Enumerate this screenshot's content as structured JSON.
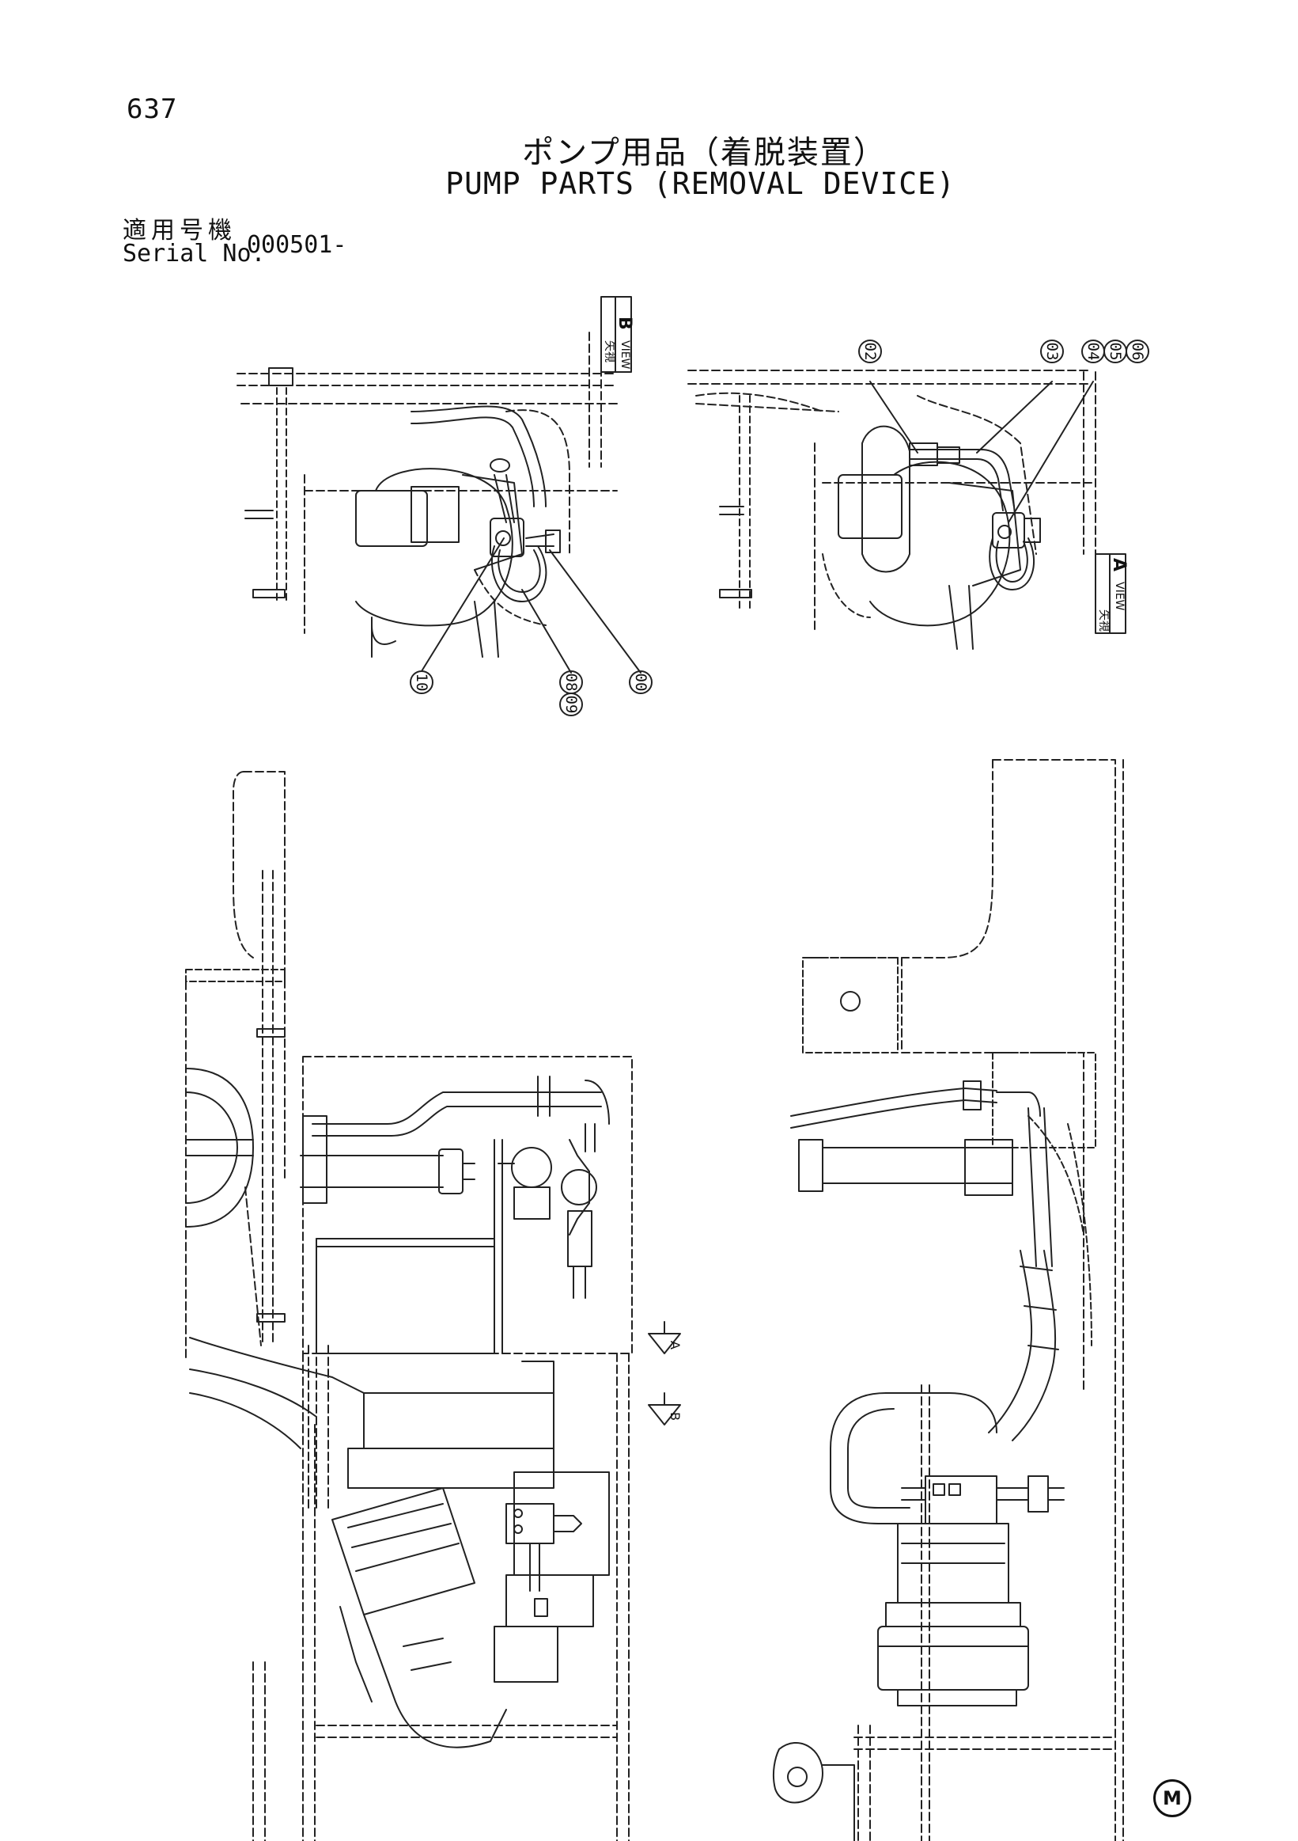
{
  "header": {
    "page_number": "637",
    "title_jp": "ポンプ用品（着脱装置）",
    "title_en": "PUMP PARTS (REMOVAL DEVICE)",
    "serial_label_jp": "適用号機",
    "serial_label_en": "Serial No.",
    "serial_value": "000501-"
  },
  "views": {
    "view_b_jp": "矢視",
    "view_b_en": "VIEW",
    "view_b_letter": "B",
    "view_a_jp": "矢視",
    "view_a_en": "VIEW",
    "view_a_letter": "A",
    "arrow_a": "A",
    "arrow_b": "B"
  },
  "callouts": {
    "view_b": [
      "10",
      "08",
      "09",
      "00"
    ],
    "view_a": [
      "02",
      "03",
      "04",
      "05",
      "06"
    ]
  },
  "brand_mark": "M"
}
